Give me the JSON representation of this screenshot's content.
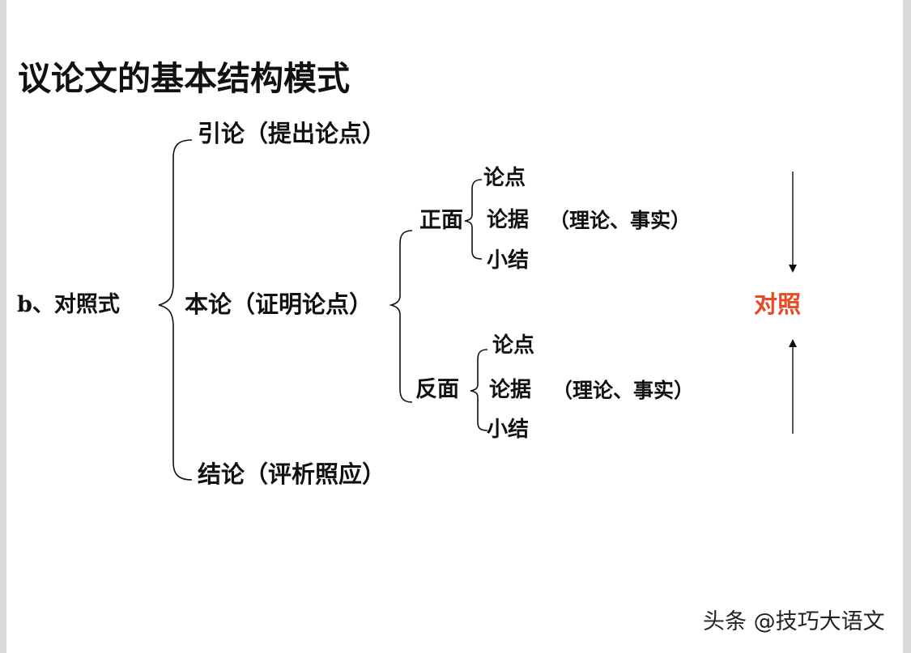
{
  "title": "议论文的基本结构模式",
  "root": "b、对照式",
  "level1": {
    "intro": "引论（提出论点）",
    "body": "本论（证明论点）",
    "conclusion": "结论（评析照应）"
  },
  "positive": {
    "label": "正面",
    "point": "论点",
    "evidence": "论据",
    "evidence_note": "（理论、事实）",
    "summary": "小结"
  },
  "negative": {
    "label": "反面",
    "point": "论点",
    "evidence": "论据",
    "evidence_note": "（理论、事实）",
    "summary": "小结"
  },
  "contrast": "对照",
  "watermark": "头条 @技巧大语文"
}
